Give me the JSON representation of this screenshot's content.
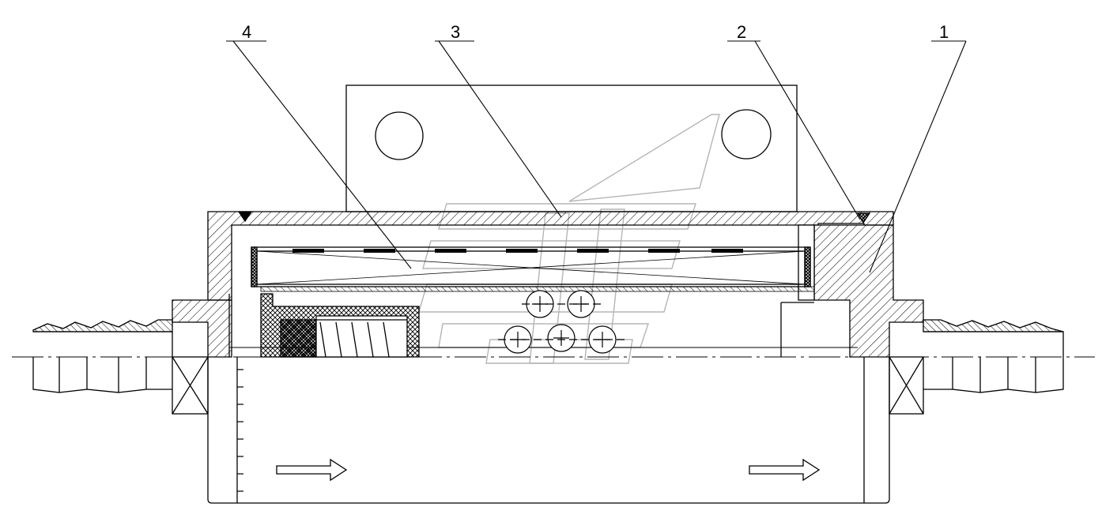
{
  "callouts": [
    {
      "id": "4",
      "label": "4"
    },
    {
      "id": "3",
      "label": "3"
    },
    {
      "id": "2",
      "label": "2"
    },
    {
      "id": "1",
      "label": "1"
    }
  ],
  "colors": {
    "line": "#000000",
    "watermark": "#b5b5b5",
    "background": "#ffffff"
  },
  "flow_direction": "left-to-right",
  "icons": [
    "flow-arrow-icon",
    "wrench-flat-icon"
  ]
}
